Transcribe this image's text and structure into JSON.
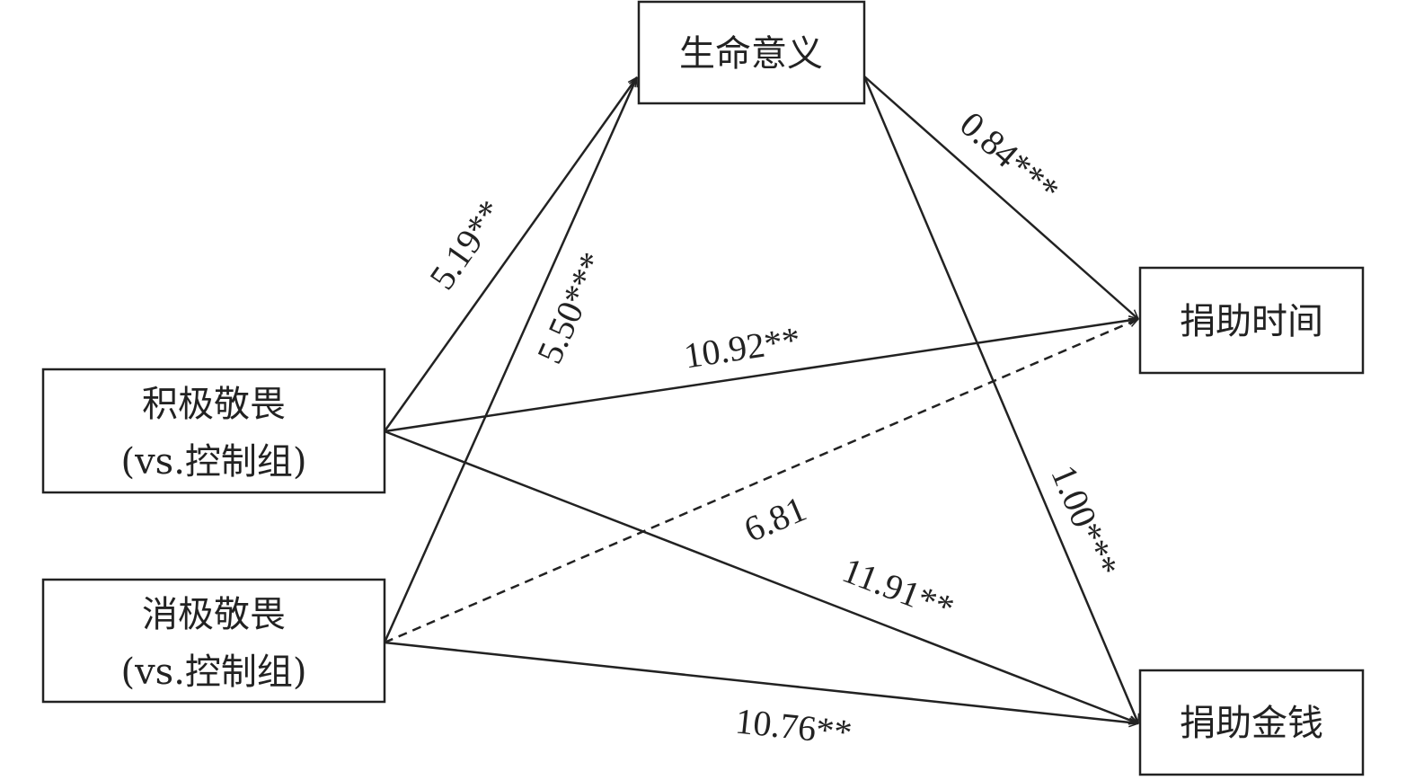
{
  "nodes": {
    "meaning": {
      "label": "生命意义"
    },
    "positive_awe": {
      "line1": "积极敬畏",
      "line2": "(vs.控制组)"
    },
    "negative_awe": {
      "line1": "消极敬畏",
      "line2": "(vs.控制组)"
    },
    "donate_time": {
      "label": "捐助时间"
    },
    "donate_money": {
      "label": "捐助金钱"
    }
  },
  "paths": [
    {
      "from": "积极敬畏",
      "to": "生命意义",
      "coef": "5.19**",
      "significant": true
    },
    {
      "from": "消极敬畏",
      "to": "生命意义",
      "coef": "5.50***",
      "significant": true
    },
    {
      "from": "积极敬畏",
      "to": "捐助时间",
      "coef": "10.92**",
      "significant": true
    },
    {
      "from": "消极敬畏",
      "to": "捐助时间",
      "coef": "6.81",
      "significant": false
    },
    {
      "from": "积极敬畏",
      "to": "捐助金钱",
      "coef": "11.91**",
      "significant": true
    },
    {
      "from": "消极敬畏",
      "to": "捐助金钱",
      "coef": "10.76**",
      "significant": true
    },
    {
      "from": "生命意义",
      "to": "捐助时间",
      "coef": "0.84***",
      "significant": true
    },
    {
      "from": "生命意义",
      "to": "捐助金钱",
      "coef": "1.00***",
      "significant": true
    }
  ]
}
